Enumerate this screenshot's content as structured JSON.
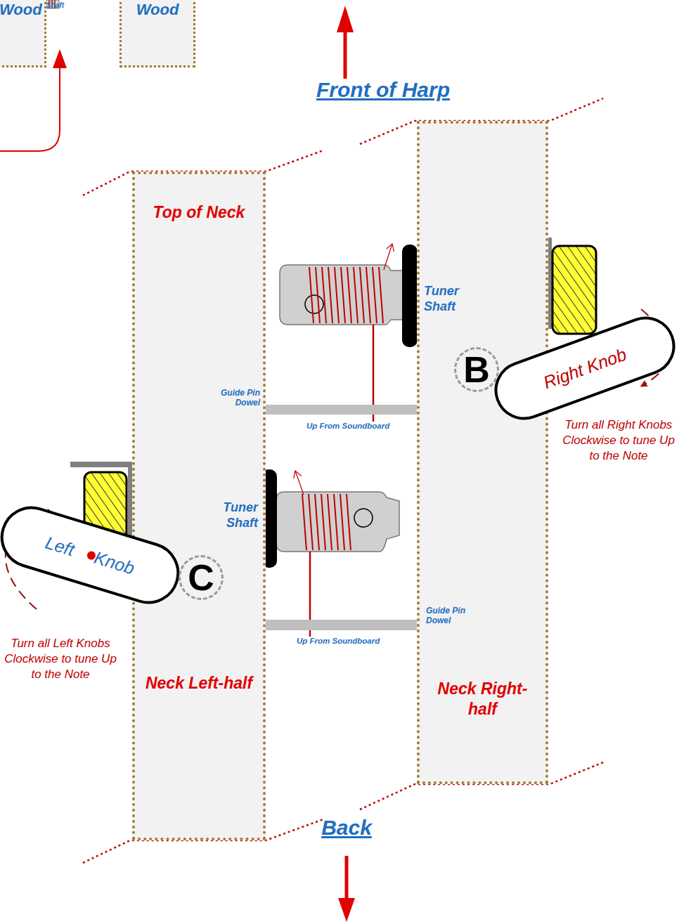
{
  "diagram": {
    "nodes": [
      {
        "text": [
          "Wood"
        ]
      },
      {
        "text": [
          "Wood"
        ]
      },
      {
        "text": [
          "Top of Neck",
          "Neck Left-half"
        ]
      },
      {
        "text": [
          "Neck Right-half"
        ]
      },
      {
        "text": [
          "Right Knob"
        ]
      },
      {
        "text": [
          "B"
        ]
      },
      {
        "text": [
          "Left Knob"
        ]
      },
      {
        "text": [
          "C"
        ]
      }
    ],
    "labels": [
      "Shaft",
      "Front of Harp",
      "Tuner Shaft",
      "Guide Pin Dowel",
      "Up From Soundboard",
      "Tuner Shaft",
      "Guide Pin Dowel",
      "Up From Soundboard",
      "Turn all Right Knobs Clockwise to tune Up to the Note",
      "Turn all Left Knobs Clockwise to tune Up to the Note",
      "Back"
    ]
  }
}
